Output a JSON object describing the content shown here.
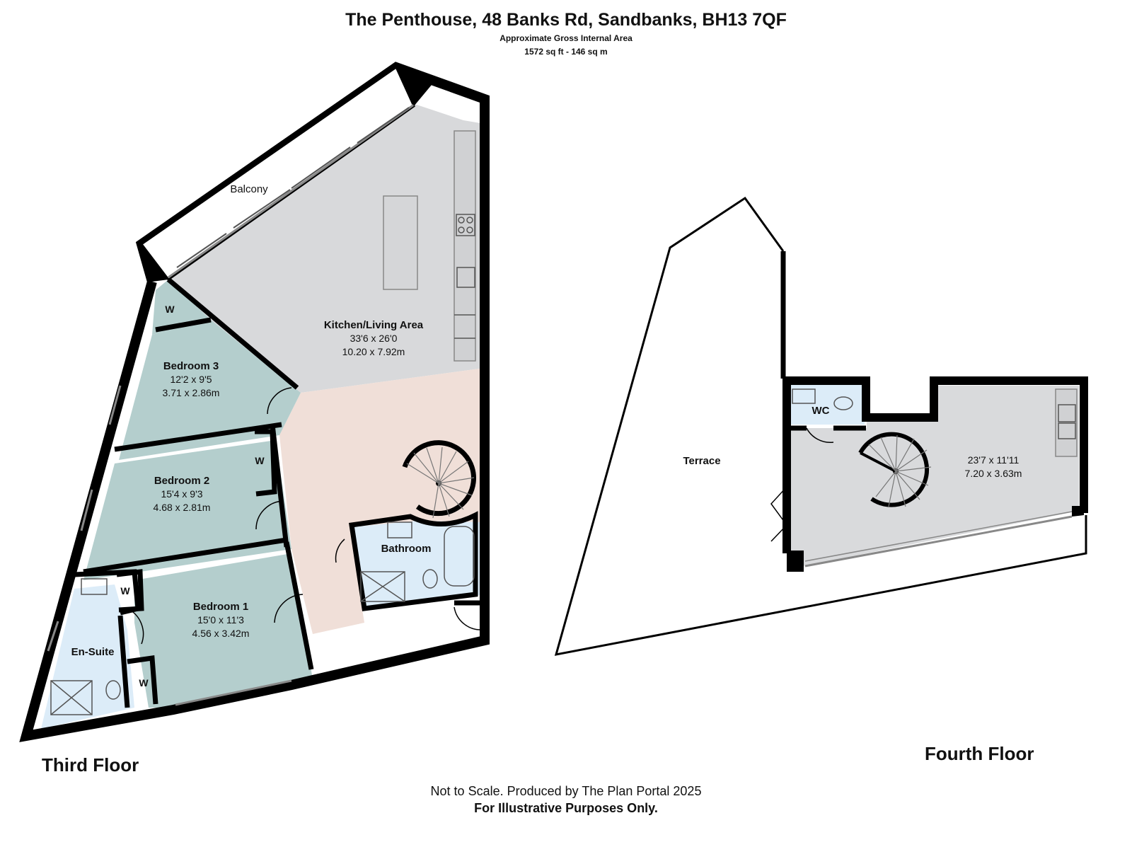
{
  "header": {
    "title": "The Penthouse, 48 Banks Rd, Sandbanks, BH13 7QF",
    "subtitle": "Approximate Gross Internal Area",
    "area": "1572 sq ft - 146 sq m"
  },
  "colors": {
    "wall": "#000000",
    "living": "#d8d9db",
    "hall": "#f0dfd8",
    "bedroom": "#b4cecd",
    "wet": "#dcecf8",
    "upper": "#d9dadc"
  },
  "third_floor": {
    "label": "Third Floor",
    "balcony": "Balcony",
    "kitchen": {
      "name": "Kitchen/Living Area",
      "imperial": "33'6 x 26'0",
      "metric": "10.20 x 7.92m"
    },
    "bedroom3": {
      "name": "Bedroom 3",
      "imperial": "12'2 x 9'5",
      "metric": "3.71 x 2.86m"
    },
    "bedroom2": {
      "name": "Bedroom 2",
      "imperial": "15'4 x 9'3",
      "metric": "4.68 x 2.81m"
    },
    "bedroom1": {
      "name": "Bedroom 1",
      "imperial": "15'0 x 11'3",
      "metric": "4.56 x 3.42m"
    },
    "bathroom": "Bathroom",
    "ensuite": "En-Suite",
    "wardrobe": "W"
  },
  "fourth_floor": {
    "label": "Fourth Floor",
    "terrace": "Terrace",
    "wc": "WC",
    "room": {
      "imperial": "23'7 x 11'11",
      "metric": "7.20 x 3.63m"
    }
  },
  "footer": {
    "line1": "Not to Scale. Produced by The Plan Portal 2025",
    "line2": "For Illustrative Purposes Only."
  }
}
